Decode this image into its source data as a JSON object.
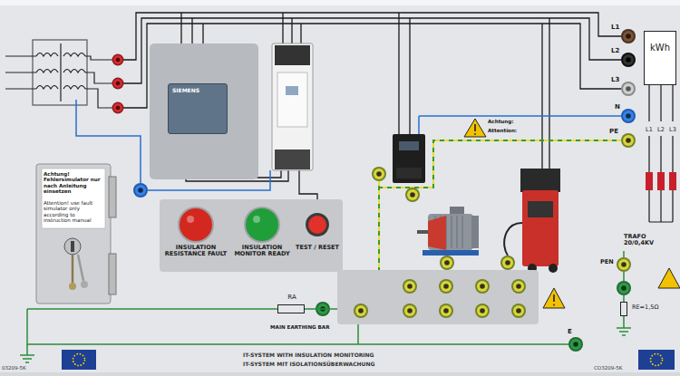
{
  "diagram": {
    "nodes": [
      {
        "text": [
          "Achtung! Fehlersimulator nur nach Anleitung einsetzen",
          "Attention! use fault simulator only according to instruction manual"
        ]
      },
      {
        "text": [
          "SIEMENS"
        ]
      },
      {
        "text": [
          "INSULATION RESISTANCE FAULT"
        ]
      },
      {
        "text": [
          "INSULATION MONITOR READY"
        ]
      },
      {
        "text": [
          "TEST / RESET"
        ]
      },
      {
        "text": [
          "RA"
        ]
      },
      {
        "text": [
          "MAIN EARTHING BAR"
        ]
      },
      {
        "text": [
          "kWh"
        ]
      },
      {
        "text": [
          "RE=1,5Ω"
        ]
      }
    ],
    "edges": [
      {
        "from": 5,
        "to": 6,
        "arrow": "none"
      }
    ],
    "labels": [
      "L1",
      "L2",
      "L3",
      "N",
      "PE",
      "L1",
      "L2",
      "L3",
      "TRAFO 20/0,4KV",
      "PEN",
      "E",
      "IT-SYSTEM WITH INSULATION MONITORING",
      "IT-SYSTEM MIT ISOLATIONSÜBERWACHUNG",
      "Achtung:",
      "Attention:",
      "03209-5K",
      "CO3209-5K"
    ]
  }
}
